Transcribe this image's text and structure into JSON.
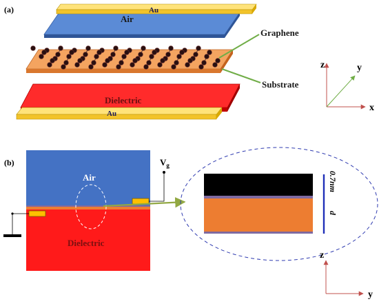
{
  "panel_a": {
    "label": "(a)",
    "top_electrode": "Au",
    "air_layer": "Air",
    "graphene_callout": "Graphene",
    "substrate_callout": "Substrate",
    "dielectric_layer": "Dielectric",
    "bottom_electrode": "Au",
    "axis_z": "z",
    "axis_y": "y",
    "axis_x": "x"
  },
  "panel_b": {
    "label": "(b)",
    "air_region": "Air",
    "dielectric_region": "Dielectric",
    "gate_voltage": "V",
    "gate_voltage_sub": "g",
    "thickness_value": "0.7nm",
    "thickness_symbol": "d",
    "axis_z": "z",
    "axis_y": "y"
  },
  "colors": {
    "air": "#4472c4",
    "gold": "#ffd54a",
    "substrate": "#ed7d31",
    "dielectric": "#ff1a1a",
    "callout": "#70ad47",
    "axis": "#c0504d",
    "inset_border": "#2f3bb0"
  }
}
